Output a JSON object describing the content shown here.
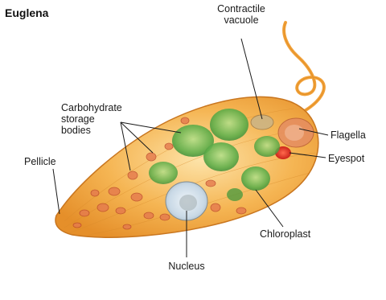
{
  "title": "Euglena",
  "labels": {
    "contractile_vacuole": [
      "Contractile",
      "vacuole"
    ],
    "carbohydrate_storage": [
      "Carbohydrate",
      "storage",
      "bodies"
    ],
    "flagella": "Flagella",
    "eyespot": "Eyespot",
    "pellicle": "Pellicle",
    "chloroplast": "Chloroplast",
    "nucleus": "Nucleus"
  },
  "colors": {
    "body": "#f2a53a",
    "body_light": "#f9d28a",
    "chloroplast": "#5fae4a",
    "storage": "#d9573a",
    "eyespot": "#e0231b",
    "flagellum": "#f2a23b",
    "nucleus": "#c9d9e6"
  }
}
